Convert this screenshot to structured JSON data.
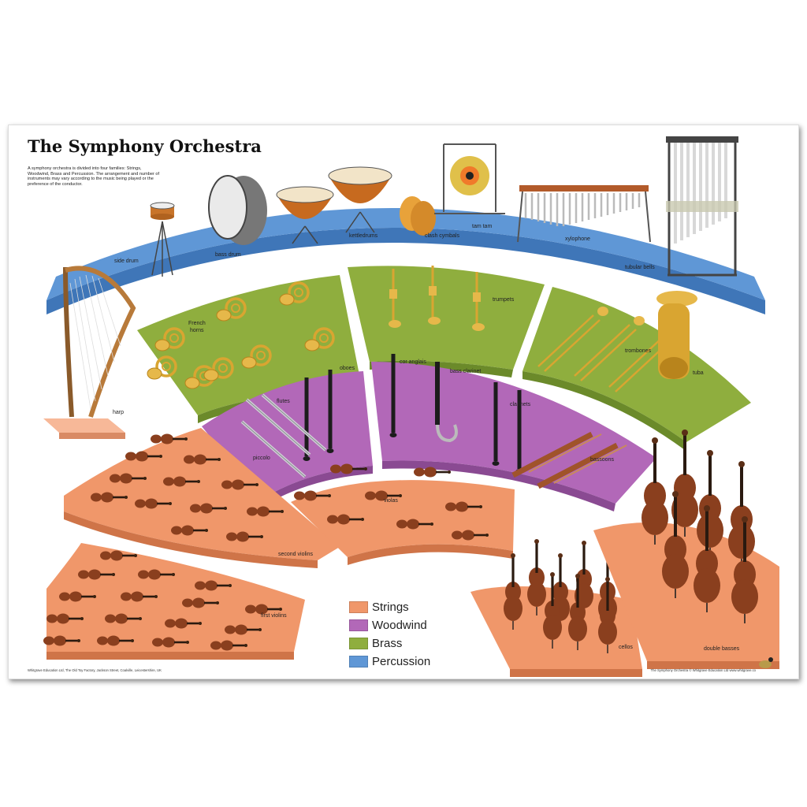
{
  "title": "The Symphony Orchestra",
  "intro": "A symphony orchestra is divided into four families: Strings, Woodwind, Brass and Percussion. The arrangement and number of instruments may vary according to the music being played or the preference of the conductor.",
  "colors": {
    "strings": "#f0976a",
    "woodwind": "#b268b8",
    "brass": "#8fae3e",
    "percussion": "#5f97d6",
    "wood": "#8a3f1e",
    "brasswork": "#d9a531"
  },
  "legend": [
    {
      "label": "Strings",
      "color": "#f0976a"
    },
    {
      "label": "Woodwind",
      "color": "#b268b8"
    },
    {
      "label": "Brass",
      "color": "#8fae3e"
    },
    {
      "label": "Percussion",
      "color": "#5f97d6"
    }
  ],
  "labels": {
    "side_drum": "side drum",
    "bass_drum": "bass drum",
    "kettledrums": "kettledrums",
    "clash_cymbals": "clash cymbals",
    "tam_tam": "tam tam",
    "xylophone": "xylophone",
    "tubular_bells": "tubular bells",
    "french_horns_1": "French",
    "french_horns_2": "horns",
    "trumpets": "trumpets",
    "trombones": "trombones",
    "tuba": "tuba",
    "harp": "harp",
    "flutes": "flutes",
    "oboes": "oboes",
    "piccolo": "piccolo",
    "cor_anglais": "cor anglais",
    "bass_clarinet": "bass clarinet",
    "clarinets": "clarinets",
    "bassoons": "bassoons",
    "violas": "violas",
    "second_violins": "second violins",
    "first_violins": "first violins",
    "cellos": "cellos",
    "double_basses": "double basses"
  },
  "footer": {
    "left": "Whitgrave Education Ltd, The Old Toy Factory, Jackson Street, Coalville, Leicestershire, UK",
    "right": "The Symphony Orchestra © Whitgrave Education Ltd  www.whitgrave.co"
  }
}
